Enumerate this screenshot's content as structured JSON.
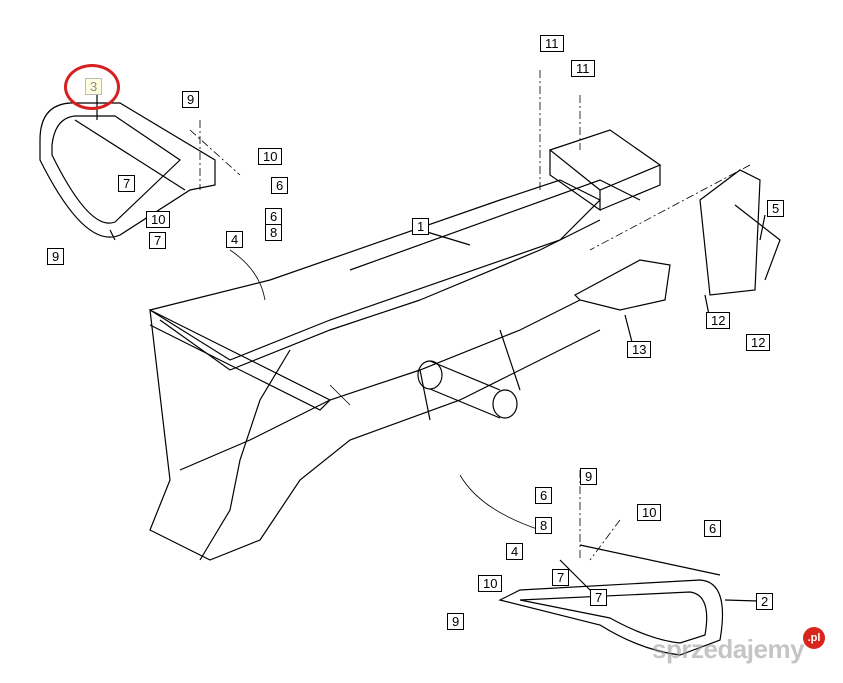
{
  "diagram": {
    "callouts": [
      "3",
      "9",
      "10",
      "6",
      "7",
      "10",
      "6",
      "8",
      "7",
      "4",
      "9",
      "11",
      "11",
      "1",
      "5",
      "12",
      "12",
      "13",
      "9",
      "6",
      "10",
      "6",
      "8",
      "4",
      "7",
      "10",
      "7",
      "2",
      "9"
    ],
    "highlight_color": "#d62020"
  },
  "watermark": {
    "text": "sprzedajemy",
    "suffix": ".pl"
  }
}
